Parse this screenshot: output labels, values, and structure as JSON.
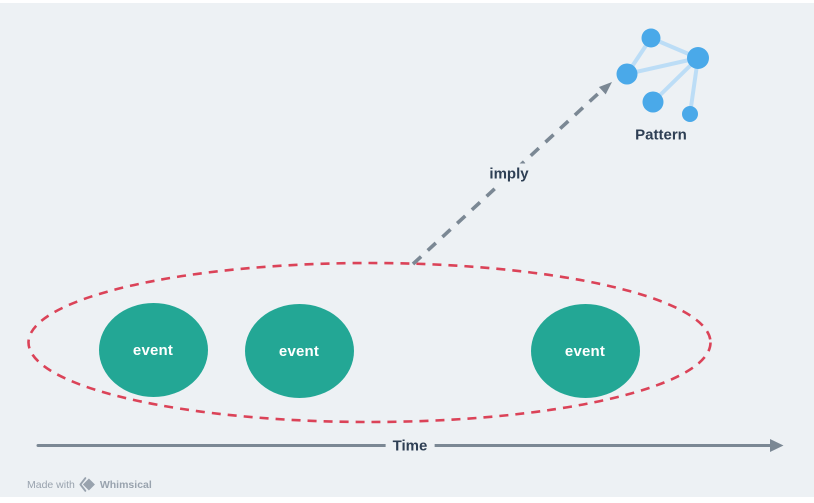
{
  "diagram": {
    "event_nodes": [
      {
        "label": "event"
      },
      {
        "label": "event"
      },
      {
        "label": "event"
      }
    ],
    "imply_label": "imply",
    "pattern_label": "Pattern",
    "time_label": "Time"
  },
  "watermark": {
    "made_with": "Made with",
    "brand": "Whimsical"
  },
  "colors": {
    "background": "#EDF1F4",
    "event_fill": "#23A795",
    "event_text": "#FFFFFF",
    "pattern_node_fill": "#4AA9E9",
    "pattern_edge": "#BCDDF6",
    "group_outline_red": "#DB4358",
    "arrow_gray": "#7B8894",
    "label_text": "#2E3F54",
    "watermark_text": "#99A3AE"
  }
}
